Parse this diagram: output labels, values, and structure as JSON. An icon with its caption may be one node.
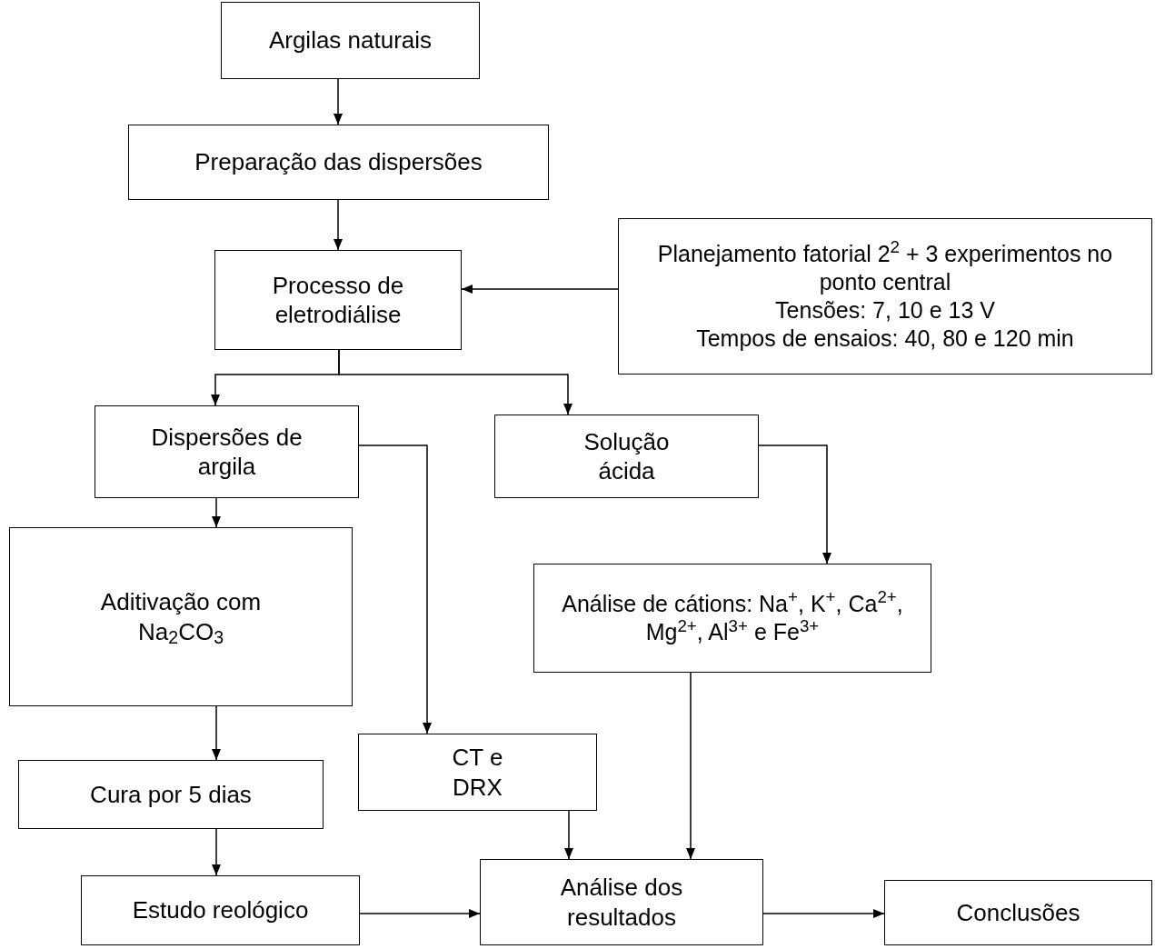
{
  "diagram": {
    "nodes": [
      {
        "text": [
          "Argilas naturais"
        ]
      },
      {
        "text": [
          "Preparação das dispersões"
        ]
      },
      {
        "text": [
          "Processo de eletrodiálise"
        ]
      },
      {
        "text": [
          "Planejamento fatorial 2$^{2}$ + 3 experimentos no ponto central",
          "Tensões: 7, 10 e 13 V",
          "Tempos de ensaios: 40, 80 e 120 min"
        ]
      },
      {
        "text": [
          "Dispersões de argila"
        ]
      },
      {
        "text": [
          "Solução ácida"
        ]
      },
      {
        "text": [
          "Aditivação com Na$_{2}$CO$_{3}$"
        ]
      },
      {
        "text": [
          "Análise de cátions: Na$^{+}$, K$^{+}$, Ca$^{2+}$, Mg$^{2+}$, Al$^{3+}$ e Fe$^{3+}$"
        ]
      },
      {
        "text": [
          "Cura por 5 dias"
        ]
      },
      {
        "text": [
          "CT e DRX"
        ]
      },
      {
        "text": [
          "Estudo reológico"
        ]
      },
      {
        "text": [
          "Análise dos resultados"
        ]
      },
      {
        "text": [
          "Conclusões"
        ]
      }
    ],
    "edges": [
      {
        "from": 0,
        "to": 1,
        "arrow": "to"
      },
      {
        "from": 1,
        "to": 2,
        "arrow": "to"
      },
      {
        "from": 3,
        "to": 2,
        "arrow": "to"
      },
      {
        "from": 2,
        "to": 4,
        "arrow": "to"
      },
      {
        "from": 2,
        "to": 5,
        "arrow": "to"
      },
      {
        "from": 4,
        "to": 6,
        "arrow": "to"
      },
      {
        "from": 4,
        "to": 9,
        "arrow": "to"
      },
      {
        "from": 5,
        "to": 7,
        "arrow": "to"
      },
      {
        "from": 6,
        "to": 8,
        "arrow": "to"
      },
      {
        "from": 8,
        "to": 10,
        "arrow": "to"
      },
      {
        "from": 9,
        "to": 11,
        "arrow": "to"
      },
      {
        "from": 7,
        "to": 11,
        "arrow": "to"
      },
      {
        "from": 10,
        "to": 11,
        "arrow": "to"
      },
      {
        "from": 11,
        "to": 12,
        "arrow": "to"
      }
    ]
  }
}
